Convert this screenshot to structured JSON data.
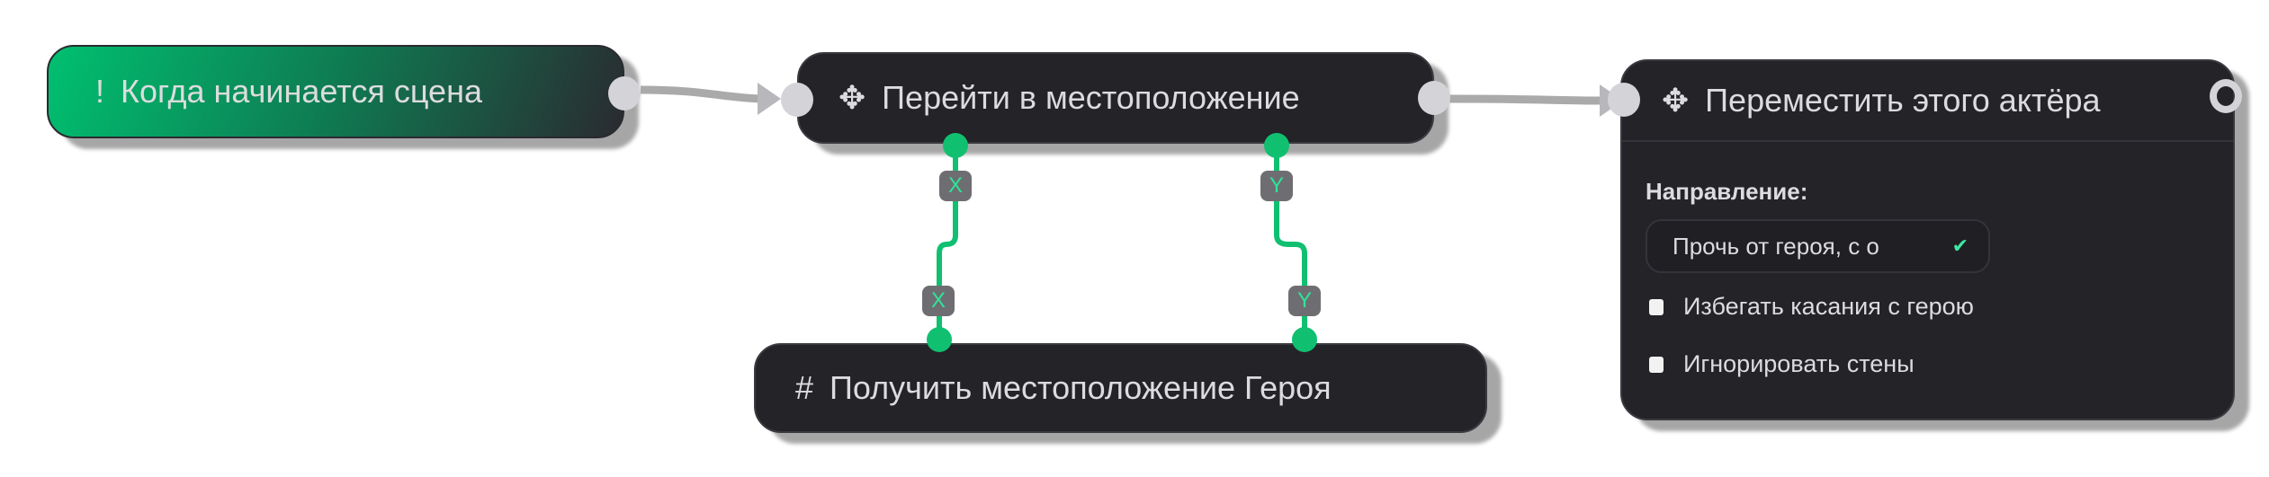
{
  "nodes": {
    "start": {
      "title": "Когда начинается сцена",
      "icon": "exclamation-icon"
    },
    "goto": {
      "title": "Перейти в местоположение",
      "icon": "move-arrows-icon",
      "inputs": [
        "X",
        "Y"
      ]
    },
    "get_location": {
      "title": "Получить местоположение Героя",
      "icon": "hash-icon",
      "outputs": [
        "X",
        "Y"
      ]
    },
    "move_actor": {
      "title": "Переместить этого актёра",
      "icon": "move-arrows-icon",
      "direction_label": "Направление:",
      "direction_value": "Прочь от героя, с о",
      "checkboxes": [
        {
          "label": "Избегать касания с герою",
          "checked": false
        },
        {
          "label": "Игнорировать стены",
          "checked": false
        }
      ]
    }
  },
  "colors": {
    "accent": "#10c070",
    "node_bg": "#232328",
    "port": "#d4d4d8",
    "wire": "#aaaaaa"
  }
}
